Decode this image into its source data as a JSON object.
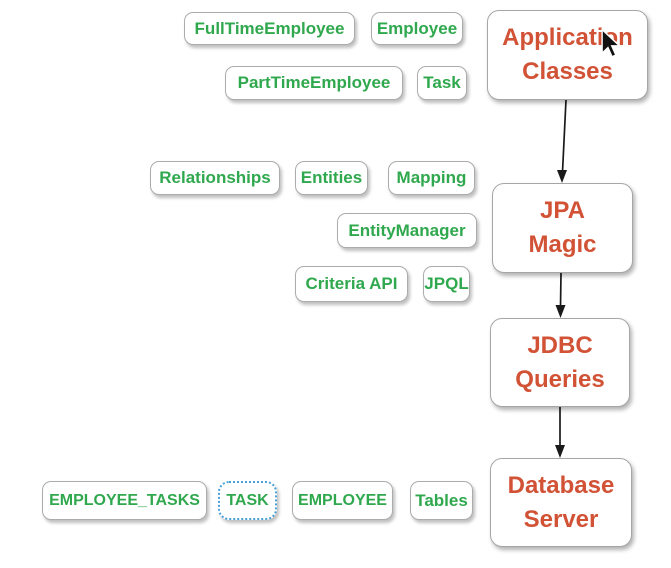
{
  "colors": {
    "green": "#2fa84e",
    "orange": "#d25236",
    "border": "#acacac",
    "selected": "#46a2d9",
    "arrow": "#1a1a1a"
  },
  "nodes": {
    "full_time_employee": "FullTimeEmployee",
    "employee": "Employee",
    "part_time_employee": "PartTimeEmployee",
    "task": "Task",
    "relationships": "Relationships",
    "entities": "Entities",
    "mapping": "Mapping",
    "entity_manager": "EntityManager",
    "criteria_api": "Criteria API",
    "jpql": "JPQL",
    "employee_tasks": "EMPLOYEE_TASKS",
    "task_table": "TASK",
    "employee_table": "EMPLOYEE",
    "tables": "Tables"
  },
  "flow": {
    "app_classes": {
      "lines": [
        "Application",
        "Classes"
      ]
    },
    "jpa_magic": {
      "lines": [
        "JPA",
        "Magic"
      ]
    },
    "jdbc_queries": {
      "lines": [
        "JDBC",
        "Queries"
      ]
    },
    "db_server": {
      "lines": [
        "Database",
        "Server"
      ]
    }
  },
  "selection": {
    "selected_label": "TASK",
    "style": "dotted-blue-outline"
  },
  "cursor": "pointer-arrow"
}
